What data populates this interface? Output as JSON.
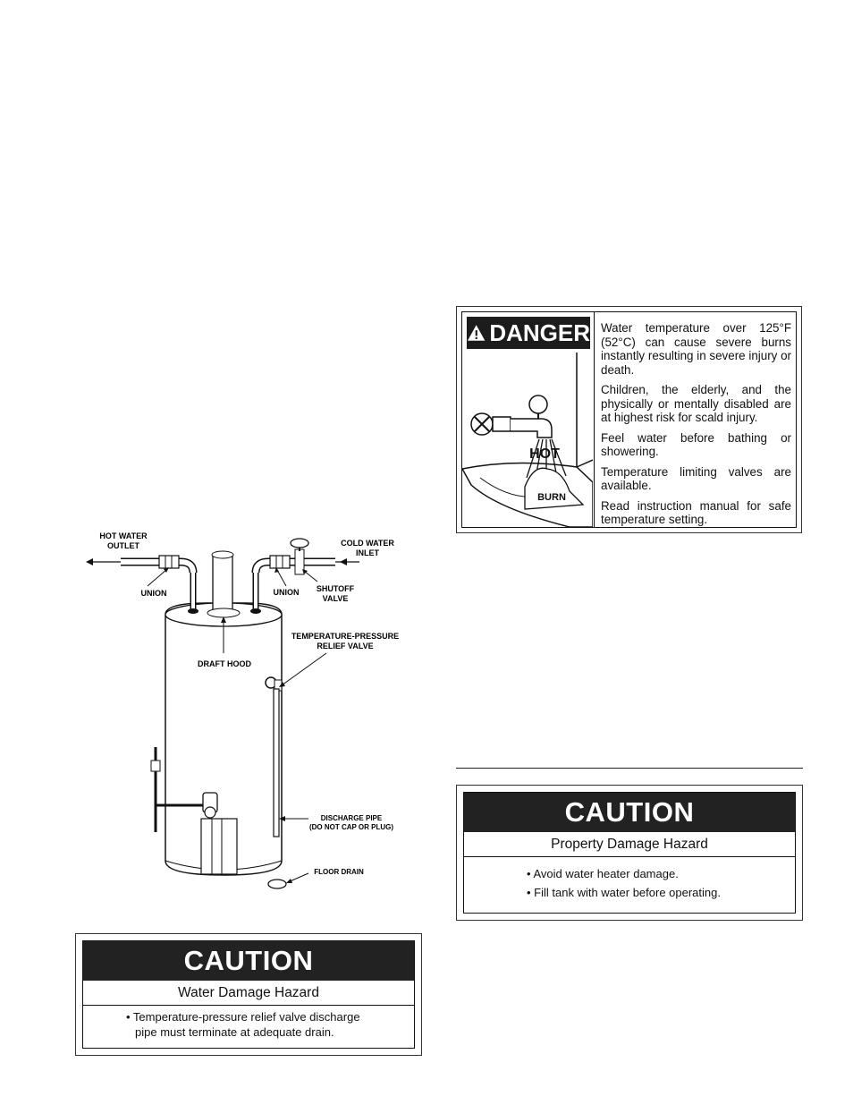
{
  "danger": {
    "header": "DANGER",
    "paragraphs": [
      "Water temperature over 125°F (52°C) can cause severe burns instantly resulting in severe injury or death.",
      "Children, the elderly, and the physically or mentally disabled are at highest risk for scald injury.",
      "Feel water before bathing or showering.",
      "Temperature limiting valves are available.",
      "Read instruction manual for safe temperature setting."
    ],
    "art_labels": {
      "hot": "HOT",
      "burn": "BURN"
    }
  },
  "caution_property": {
    "title": "CAUTION",
    "subtitle": "Property Damage Hazard",
    "items": [
      "• Avoid water heater damage.",
      "• Fill tank with water before operating."
    ]
  },
  "caution_water": {
    "title": "CAUTION",
    "subtitle": "Water Damage Hazard",
    "items": [
      "• Temperature-pressure relief valve discharge",
      "pipe must terminate at adequate drain."
    ]
  },
  "diagram": {
    "labels": {
      "hot_water_outlet_1": "HOT WATER",
      "hot_water_outlet_2": "OUTLET",
      "cold_water_inlet_1": "COLD WATER",
      "cold_water_inlet_2": "INLET",
      "union_left": "UNION",
      "union_right": "UNION",
      "shutoff_1": "SHUTOFF",
      "shutoff_2": "VALVE",
      "tp_1": "TEMPERATURE-PRESSURE",
      "tp_2": "RELIEF VALVE",
      "draft_hood": "DRAFT HOOD",
      "discharge_1": "DISCHARGE PIPE",
      "discharge_2": "(DO NOT CAP OR PLUG)",
      "floor_drain": "FLOOR DRAIN"
    }
  }
}
